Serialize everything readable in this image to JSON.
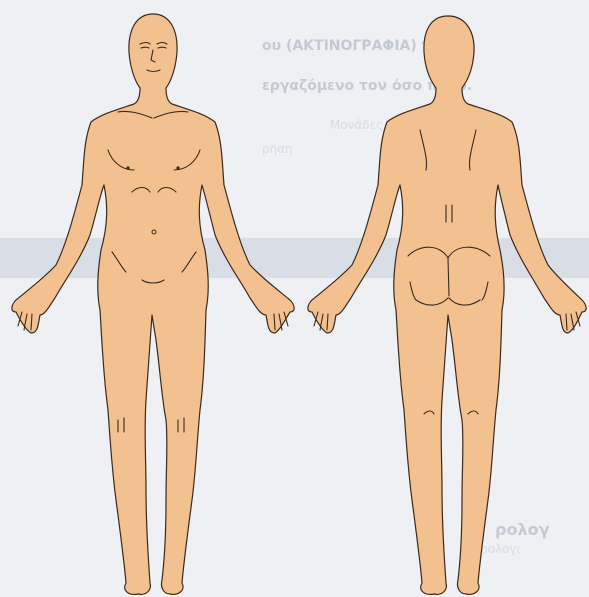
{
  "background_text": {
    "line_1": "ου (ΑΚΤΙΝΟΓΡΑΦΙΑ) το",
    "line_2": "εργαζόμενο τον όσο πονο.",
    "line_3": "Μονάδες",
    "line_4": "ρηαη",
    "line_5": "ρολογ",
    "line_6": "ρολογι"
  },
  "figures": {
    "front_view": "anterior-body-outline",
    "back_view": "posterior-body-outline",
    "skin_color": "#f2c18f",
    "outline_color": "#3a2a1c"
  }
}
